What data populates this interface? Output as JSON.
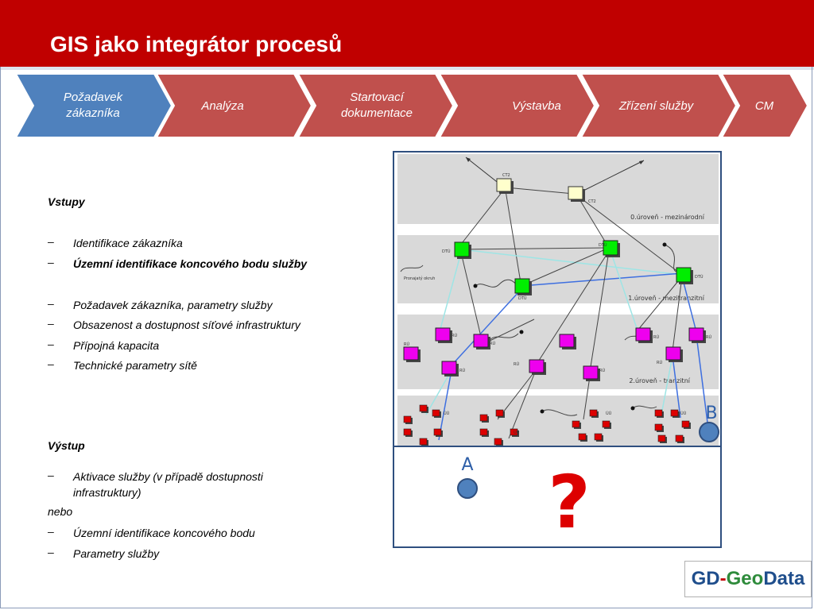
{
  "title": "GIS jako integrátor procesů",
  "process_steps": [
    {
      "line1": "Požadavek",
      "line2": "zákazníka"
    },
    {
      "line1": "Analýza"
    },
    {
      "line1": "Startovací",
      "line2": "dokumentace"
    },
    {
      "line1": "Výstavba"
    },
    {
      "line1": "Zřízení služby"
    },
    {
      "line1": "CM"
    }
  ],
  "colors": {
    "header": "#c00000",
    "step_active": "#4f81bd",
    "step_inactive": "#c0504d",
    "diagram_border": "#2f4f7f",
    "question_mark": "#dd0000",
    "point_fill": "#4f81bd"
  },
  "inputs": {
    "heading": "Vstupy",
    "items": [
      "Identifikace zákazníka",
      "Územní identifikace koncového bodu služby",
      "Požadavek zákazníka, parametry služby",
      "Obsazenost a dostupnost síťové infrastruktury",
      "Přípojná kapacita",
      "Technické parametry sítě"
    ]
  },
  "outputs": {
    "heading": "Výstup",
    "items": [
      "Aktivace služby (v případě dostupnosti infrastruktury)",
      "nebo",
      "Územní identifikace koncového bodu",
      "Parametry služby"
    ]
  },
  "diagram": {
    "level_labels": [
      "0.úroveň - mezinárodní",
      "1.úroveň - mezitranzitní",
      "2.úroveň - tranzitní"
    ],
    "node_labels": {
      "ct": "CT2",
      "dtu": "DTÚ",
      "ru": "RÚ",
      "uu": "ÚÚ"
    },
    "annotation": "Pronajatý okruh",
    "point_a": "A",
    "point_b": "B",
    "question": "?"
  },
  "icons": {
    "step_arrow": "chevron-arrow-icon",
    "point": "circle-point-icon"
  },
  "logo": {
    "part1": "GD",
    "separator": "-",
    "part2": "Geo",
    "part3": "Data"
  }
}
